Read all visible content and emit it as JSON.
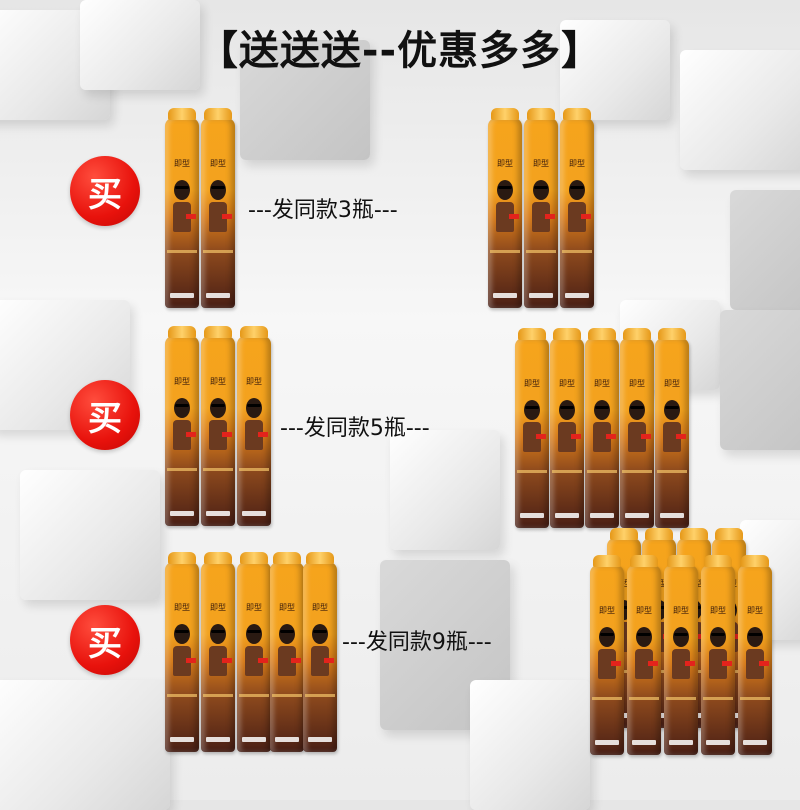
{
  "headline": "【送送送--优惠多多】",
  "buy_label": "买",
  "offers": [
    {
      "text": "---发同款3瓶---"
    },
    {
      "text": "---发同款5瓶---"
    },
    {
      "text": "---发同款9瓶---"
    }
  ],
  "can_brand": "即型",
  "colors": {
    "badge": "#e8120c",
    "can_top": "#f3a21e",
    "can_bottom": "#4a1f15"
  }
}
